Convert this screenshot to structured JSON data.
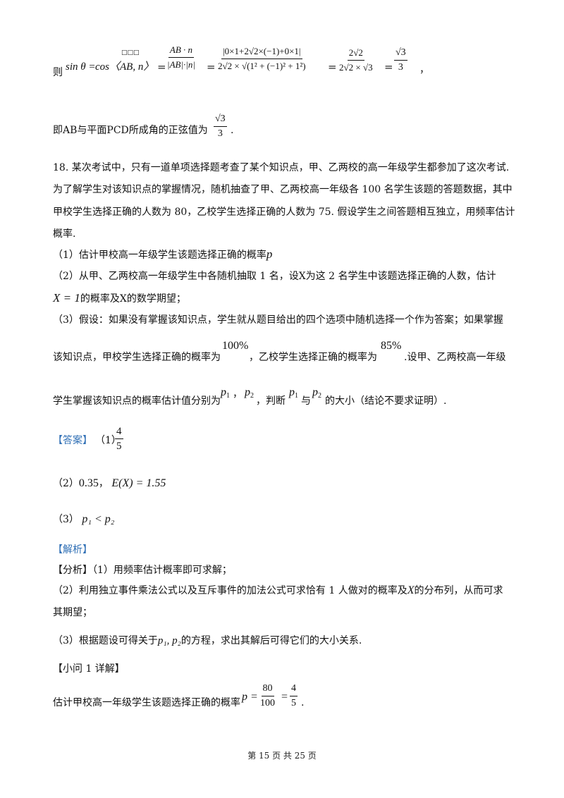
{
  "top_formula": {
    "prefix": "则",
    "lhs": "sin θ =",
    "cos_expr": "cos〈AB, n〉",
    "cos_garble": "□□□",
    "frac1_num": "AB · n",
    "frac1_den": "|AB|·|n|",
    "frac2_num": "|0×1+2√2×(−1)+0×1|",
    "frac2_den": "2√2 × √(1² + (−1)² + 1²)",
    "frac3_num": "2√2",
    "frac3_den": "2√2 × √3",
    "frac4_num": "√3",
    "frac4_den": "3",
    "equals": "=",
    "trail": "，"
  },
  "conclusion": {
    "text": "即AB与平面PCD所成角的正弦值为",
    "frac_num": "√3",
    "frac_den": "3",
    "end": "."
  },
  "problem": {
    "line1": "18. 某次考试中，只有一道单项选择题考查了某个知识点，甲、乙两校的高一年级学生都参加了这次考试.",
    "line2": "为了解学生对该知识点的掌握情况，随机抽查了甲、乙两校高一年级各 100 名学生该题的答题数据，其中",
    "line3": "甲校学生选择正确的人数为 80，乙校学生选择正确的人数为 75. 假设学生之间答题相互独立，用频率估计",
    "line4": "概率.",
    "q1": "（1）估计甲校高一年级学生该题选择正确的概率",
    "q1_var": "p",
    "q2_a": "（2）从甲、乙两校高一年级学生中各随机抽取 1 名，设X为这 2 名学生中该题选择正确的人数，估计",
    "q2_b_math": "X = 1",
    "q2_b": "的概率及X的数学期望；",
    "q3_a": "（3）假设：如果没有掌握该知识点，学生就从题目给出的四个选项中随机选择一个作为答案；如果掌握",
    "q3_b1": "该知识点，甲校学生选择正确的概率为",
    "q3_b_pct1": "100%",
    "q3_b2": "，乙校学生选择正确的概率为",
    "q3_b_pct2": "85%",
    "q3_b3": ".设甲、乙两校高一年级",
    "q3_c1": "学生掌握该知识点的概率估计值分别为",
    "q3_c_p1": "p",
    "q3_c_p2": "p",
    "q3_c2": "，判断",
    "q3_c3": "与",
    "q3_c4": "的大小（结论不要求证明）."
  },
  "answer": {
    "label": "【答案】",
    "a1_prefix": "（1）",
    "a1_num": "4",
    "a1_den": "5",
    "a2_prefix": "（2）",
    "a2_val": "0.35",
    "a2_sep": "，",
    "a2_expr": "E(X) = 1.55",
    "a3_prefix": "（3）",
    "a3_expr": "p₁ < p₂"
  },
  "analysis": {
    "label": "【解析】",
    "fenxi": "【分析】（1）用频率估计概率即可求解；",
    "p2_a": "（2）利用独立事件乘法公式以及互斥事件的加法公式可求恰有 1 人做对的概率及",
    "p2_var": "X",
    "p2_b": "的分布列，从而可求",
    "p2_c": "其期望；",
    "p3_a": "（3）根据题设可得关于",
    "p3_vars": "p₁, p₂",
    "p3_b": "的方程，求出其解后可得它们的大小关系.",
    "detail_label": "【小问 1 详解】",
    "detail_text": "估计甲校高一年级学生该题选择正确的概率",
    "detail_lhs": "p =",
    "detail_num1": "80",
    "detail_den1": "100",
    "detail_num2": "4",
    "detail_den2": "5",
    "detail_end": "."
  },
  "footer": {
    "page_text": "第 15 页 共 25 页"
  }
}
